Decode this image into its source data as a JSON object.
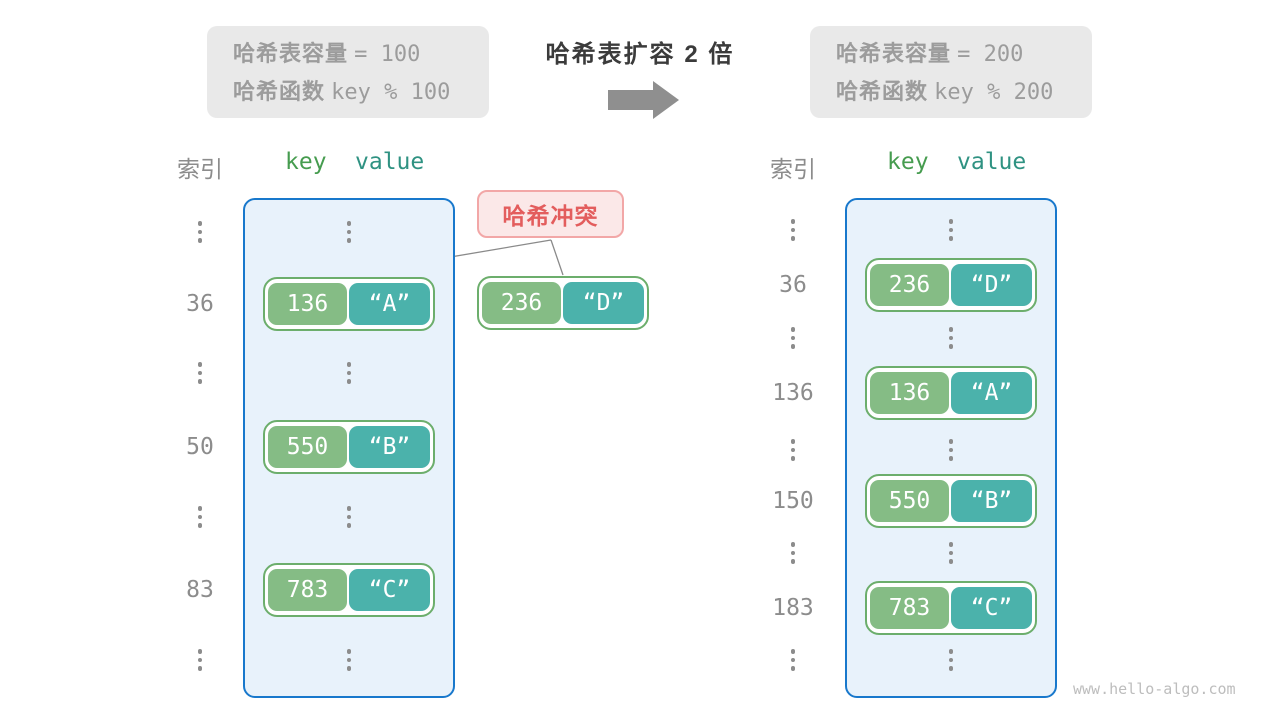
{
  "colors": {
    "container_border": "#1878cc",
    "container_fill": "#e8f2fb",
    "pair_border": "#6cae6c",
    "key_fill": "#85bc85",
    "value_fill": "#4bb2ab",
    "collision_fill": "#fbe8e8",
    "collision_border": "#f2a7a7",
    "collision_text": "#e35d5d",
    "info_box_fill": "#e9e9e9",
    "muted_text": "#9c9c9c",
    "index_text": "#8c8c8c"
  },
  "header": {
    "left_info": {
      "line1_label": "哈希表容量",
      "line1_value": "=  100",
      "line2_label": "哈希函数",
      "line2_value": "key % 100"
    },
    "title": "哈希表扩容 2 倍",
    "right_info": {
      "line1_label": "哈希表容量",
      "line1_value": "=  200",
      "line2_label": "哈希函数",
      "line2_value": "key % 200"
    }
  },
  "left_table": {
    "index_header": "索引",
    "key_header": "key",
    "value_header": "value",
    "rows": [
      {
        "type": "ellipsis"
      },
      {
        "type": "pair",
        "index": "36",
        "key": "136",
        "value": "“A”"
      },
      {
        "type": "ellipsis"
      },
      {
        "type": "pair",
        "index": "50",
        "key": "550",
        "value": "“B”"
      },
      {
        "type": "ellipsis"
      },
      {
        "type": "pair",
        "index": "83",
        "key": "783",
        "value": "“C”"
      },
      {
        "type": "ellipsis"
      }
    ]
  },
  "right_table": {
    "index_header": "索引",
    "key_header": "key",
    "value_header": "value",
    "rows": [
      {
        "type": "ellipsis"
      },
      {
        "type": "pair",
        "index": "36",
        "key": "236",
        "value": "“D”"
      },
      {
        "type": "ellipsis"
      },
      {
        "type": "pair",
        "index": "136",
        "key": "136",
        "value": "“A”"
      },
      {
        "type": "ellipsis"
      },
      {
        "type": "pair",
        "index": "150",
        "key": "550",
        "value": "“B”"
      },
      {
        "type": "ellipsis"
      },
      {
        "type": "pair",
        "index": "183",
        "key": "783",
        "value": "“C”"
      },
      {
        "type": "ellipsis"
      }
    ]
  },
  "collision": {
    "label": "哈希冲突",
    "pair": {
      "key": "236",
      "value": "“D”"
    }
  },
  "watermark": "www.hello-algo.com"
}
